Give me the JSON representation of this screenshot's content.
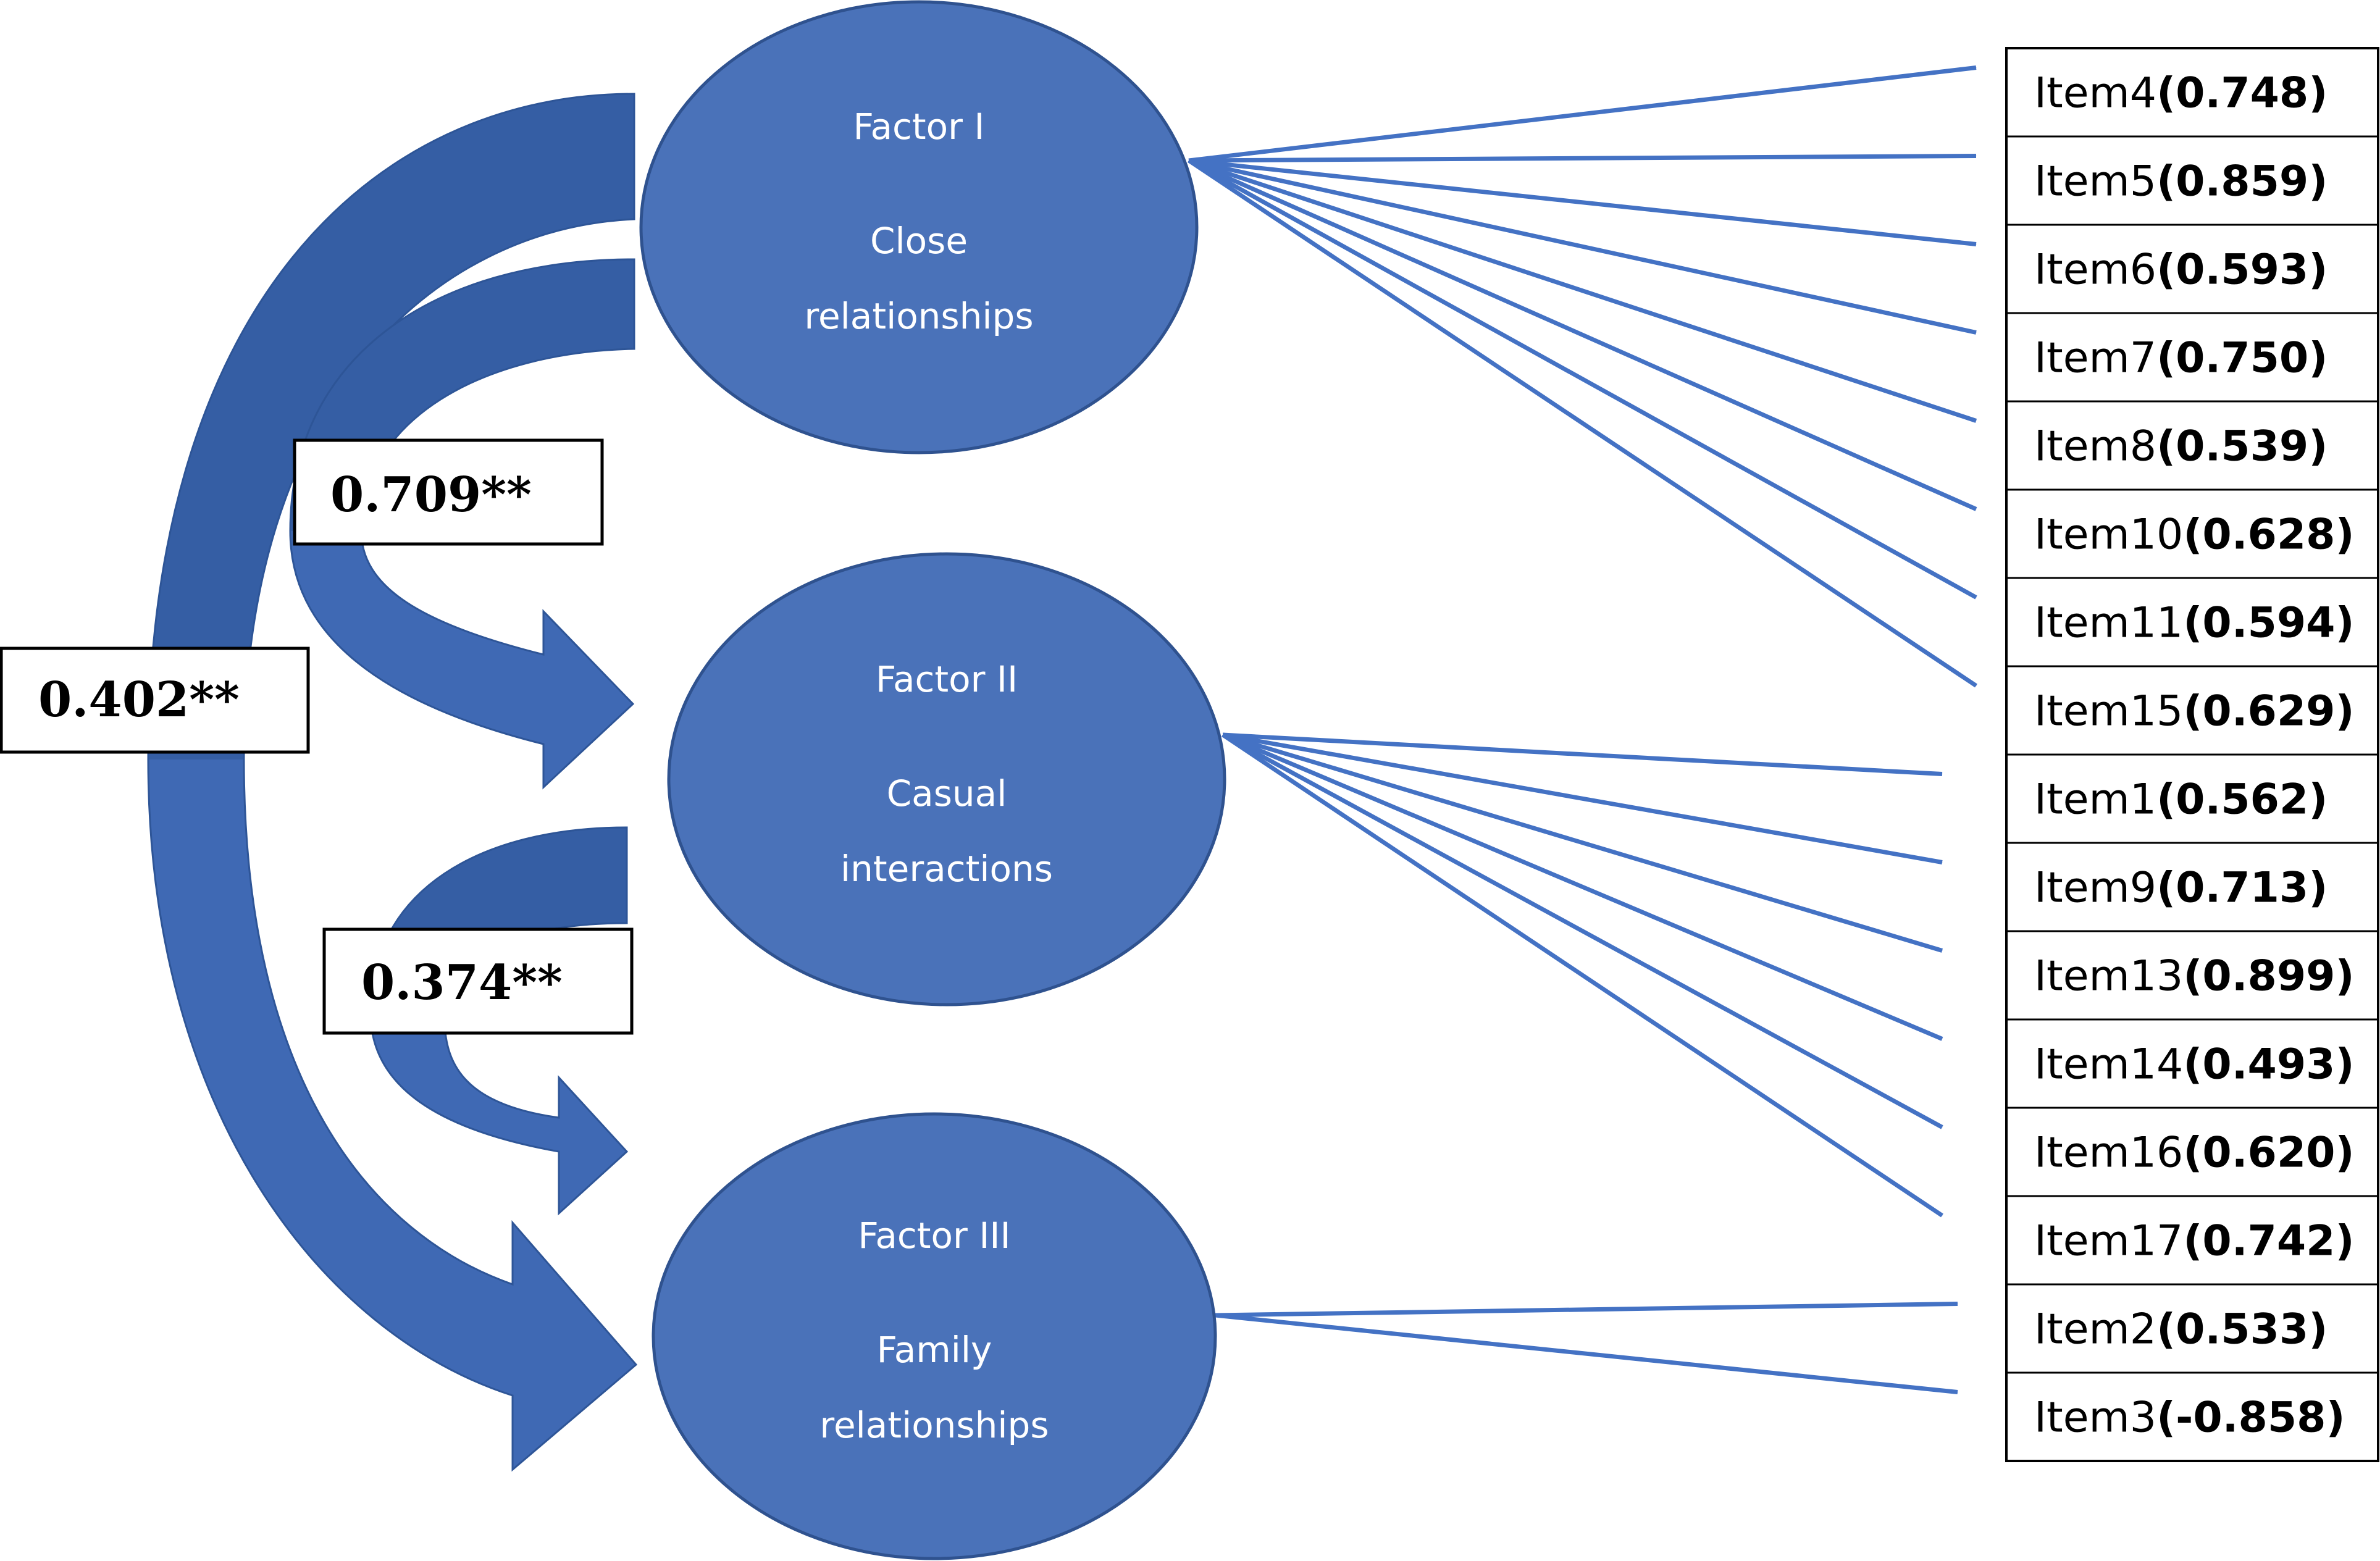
{
  "colors": {
    "ellipse_fill": "#4a72b9",
    "ellipse_stroke": "#2f528f",
    "arrow_fill": "#3f69b4",
    "arrow_dark": "#2e5597",
    "line": "#4472c4",
    "box_stroke": "#000000"
  },
  "factors": [
    {
      "id": "I",
      "title": "Factor I",
      "line1": "Close",
      "line2": "relationships"
    },
    {
      "id": "II",
      "title": "Factor II",
      "line1": "Casual",
      "line2": "interactions"
    },
    {
      "id": "III",
      "title": "Factor III",
      "line1": "Family",
      "line2": "relationships"
    }
  ],
  "correlations": [
    {
      "between": "Factor I - Factor II",
      "label": "0.709**"
    },
    {
      "between": "Factor II - Factor III",
      "label": "0.374**"
    },
    {
      "between": "Factor I - Factor III",
      "label": "0.402**"
    }
  ],
  "items": [
    {
      "name": "Item4",
      "value": "(0.748)",
      "factor": "I"
    },
    {
      "name": "Item5",
      "value": "(0.859)",
      "factor": "I"
    },
    {
      "name": "Item6",
      "value": "(0.593)",
      "factor": "I"
    },
    {
      "name": "Item7",
      "value": "(0.750)",
      "factor": "I"
    },
    {
      "name": "Item8",
      "value": "(0.539)",
      "factor": "I"
    },
    {
      "name": "Item10",
      "value": "(0.628)",
      "factor": "I"
    },
    {
      "name": "Item11",
      "value": "(0.594)",
      "factor": "I"
    },
    {
      "name": "Item15",
      "value": "(0.629)",
      "factor": "I"
    },
    {
      "name": "Item1",
      "value": "(0.562)",
      "factor": "II"
    },
    {
      "name": "Item9",
      "value": "(0.713)",
      "factor": "II"
    },
    {
      "name": "Item13",
      "value": "(0.899)",
      "factor": "II"
    },
    {
      "name": "Item14",
      "value": "(0.493)",
      "factor": "II"
    },
    {
      "name": "Item16",
      "value": "(0.620)",
      "factor": "II"
    },
    {
      "name": "Item17",
      "value": "(0.742)",
      "factor": "II"
    },
    {
      "name": "Item2",
      "value": "(0.533)",
      "factor": "III"
    },
    {
      "name": "Item3",
      "value": "(-0.858)",
      "factor": "III"
    }
  ]
}
